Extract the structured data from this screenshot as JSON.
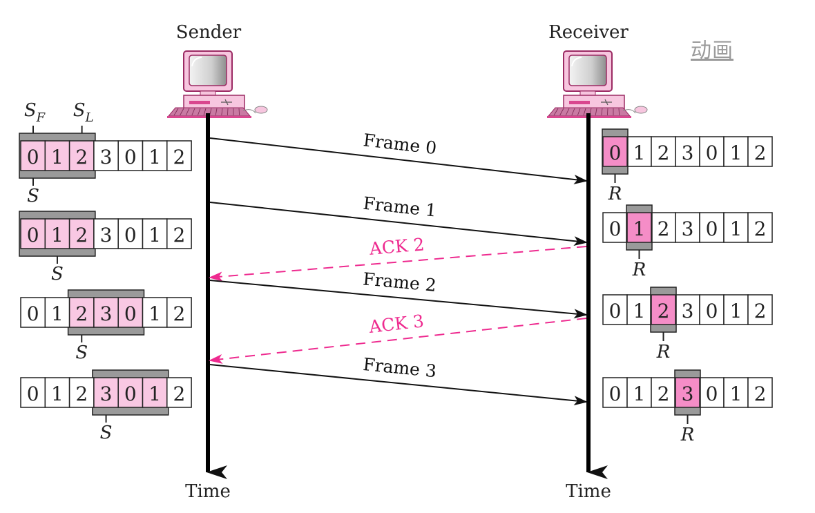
{
  "title_link": "动画",
  "sender": {
    "label": "Sender",
    "time_label": "Time",
    "pointer_label_first": "S_F",
    "pointer_label_last": "S_L",
    "pointer_label_current": "S",
    "windows": [
      {
        "cells": [
          "0",
          "1",
          "2",
          "3",
          "0",
          "1",
          "2"
        ],
        "window_start": 0,
        "window_size": 3,
        "s_index": 0,
        "show_sf_sl": true
      },
      {
        "cells": [
          "0",
          "1",
          "2",
          "3",
          "0",
          "1",
          "2"
        ],
        "window_start": 0,
        "window_size": 3,
        "s_index": 1,
        "show_sf_sl": false
      },
      {
        "cells": [
          "0",
          "1",
          "2",
          "3",
          "0",
          "1",
          "2"
        ],
        "window_start": 2,
        "window_size": 3,
        "s_index": 2,
        "show_sf_sl": false
      },
      {
        "cells": [
          "0",
          "1",
          "2",
          "3",
          "0",
          "1",
          "2"
        ],
        "window_start": 3,
        "window_size": 3,
        "s_index": 3,
        "show_sf_sl": false
      }
    ]
  },
  "receiver": {
    "label": "Receiver",
    "time_label": "Time",
    "pointer_label": "R",
    "windows": [
      {
        "cells": [
          "0",
          "1",
          "2",
          "3",
          "0",
          "1",
          "2"
        ],
        "r_index": 0
      },
      {
        "cells": [
          "0",
          "1",
          "2",
          "3",
          "0",
          "1",
          "2"
        ],
        "r_index": 1
      },
      {
        "cells": [
          "0",
          "1",
          "2",
          "3",
          "0",
          "1",
          "2"
        ],
        "r_index": 2
      },
      {
        "cells": [
          "0",
          "1",
          "2",
          "3",
          "0",
          "1",
          "2"
        ],
        "r_index": 3
      }
    ]
  },
  "messages": [
    {
      "label": "Frame 0",
      "direction": "sender-to-receiver",
      "style": "solid"
    },
    {
      "label": "Frame 1",
      "direction": "sender-to-receiver",
      "style": "solid"
    },
    {
      "label": "ACK 2",
      "direction": "receiver-to-sender",
      "style": "dashed"
    },
    {
      "label": "Frame 2",
      "direction": "sender-to-receiver",
      "style": "solid"
    },
    {
      "label": "ACK 3",
      "direction": "receiver-to-sender",
      "style": "dashed"
    },
    {
      "label": "Frame 3",
      "direction": "sender-to-receiver",
      "style": "solid"
    }
  ],
  "colors": {
    "sender_window_fill": "#f9c8e3",
    "receiver_slot_fill": "#f58dc7",
    "window_frame": "#9a9a9a",
    "ack": "#ee2a8f",
    "frame": "#111111",
    "computer_pink": "#f7c6df",
    "computer_accent": "#d9478f"
  }
}
